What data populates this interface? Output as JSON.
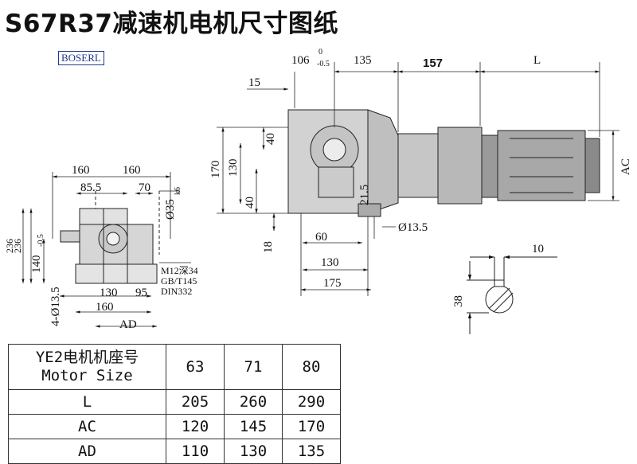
{
  "title": "S67R37减速机电机尺寸图纸",
  "brand": "BOSERL",
  "dimensions": {
    "side_106": "106",
    "side_106_tol_top": "0",
    "side_106_tol_bottom": "-0.5",
    "side_135": "135",
    "side_157": "157",
    "side_L": "L",
    "side_15": "15",
    "side_40a": "40",
    "side_170": "170",
    "side_130": "130",
    "side_40b": "40",
    "side_21_5": "21.5",
    "side_18": "18",
    "side_60": "60",
    "side_130b": "130",
    "side_175": "175",
    "side_d13_5": "Ø13.5",
    "side_AC": "AC",
    "front_160a": "160",
    "front_160b": "160",
    "front_85_5": "85.5",
    "front_70": "70",
    "front_d35": "Ø35",
    "front_d35_tol": "k6",
    "front_236a": "236",
    "front_236b": "236",
    "front_140": "140",
    "front_140_tol": "-0.5",
    "front_4_d13_5": "4-Ø13.5",
    "front_130": "130",
    "front_95": "95",
    "front_160c": "160",
    "front_AD": "AD",
    "front_note_1": "M12深34",
    "front_note_2": "GB/T145",
    "front_note_3": "DIN332",
    "shaft_10": "10",
    "shaft_38": "38"
  },
  "table": {
    "header_line1": "YE2电机机座号",
    "header_line2": "Motor Size",
    "sizes": [
      "63",
      "71",
      "80"
    ],
    "rows": [
      {
        "label": "L",
        "values": [
          "205",
          "260",
          "290"
        ]
      },
      {
        "label": "AC",
        "values": [
          "120",
          "145",
          "170"
        ]
      },
      {
        "label": "AD",
        "values": [
          "110",
          "130",
          "135"
        ]
      }
    ]
  }
}
